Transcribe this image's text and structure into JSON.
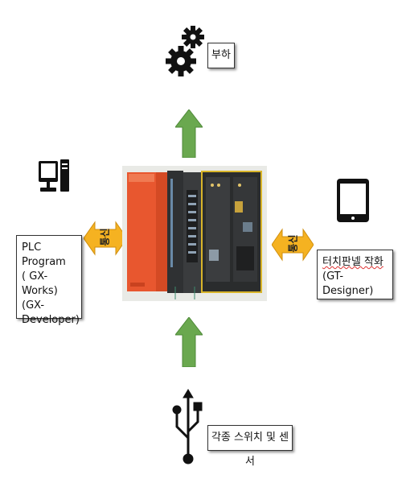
{
  "load": {
    "label": "부하",
    "icon": "gears-icon"
  },
  "plc_program": {
    "lines": [
      "PLC Program",
      "( GX-Works)",
      "(GX-Developer)"
    ],
    "icon": "desktop-computer-icon"
  },
  "touch_panel": {
    "lines": [
      "터치판넬 작화",
      "(GT-Designer)"
    ],
    "icon": "tablet-icon"
  },
  "inputs": {
    "label": "각종 스위치 및 센서",
    "icon": "usb-icon"
  },
  "comm_left": {
    "label": "통신"
  },
  "comm_right": {
    "label": "통신"
  },
  "colors": {
    "arrow_green": "#6aa84f",
    "comm_orange": "#f5b221",
    "plc_orange": "#e8572f",
    "frame_yellow": "#d9b52a"
  }
}
